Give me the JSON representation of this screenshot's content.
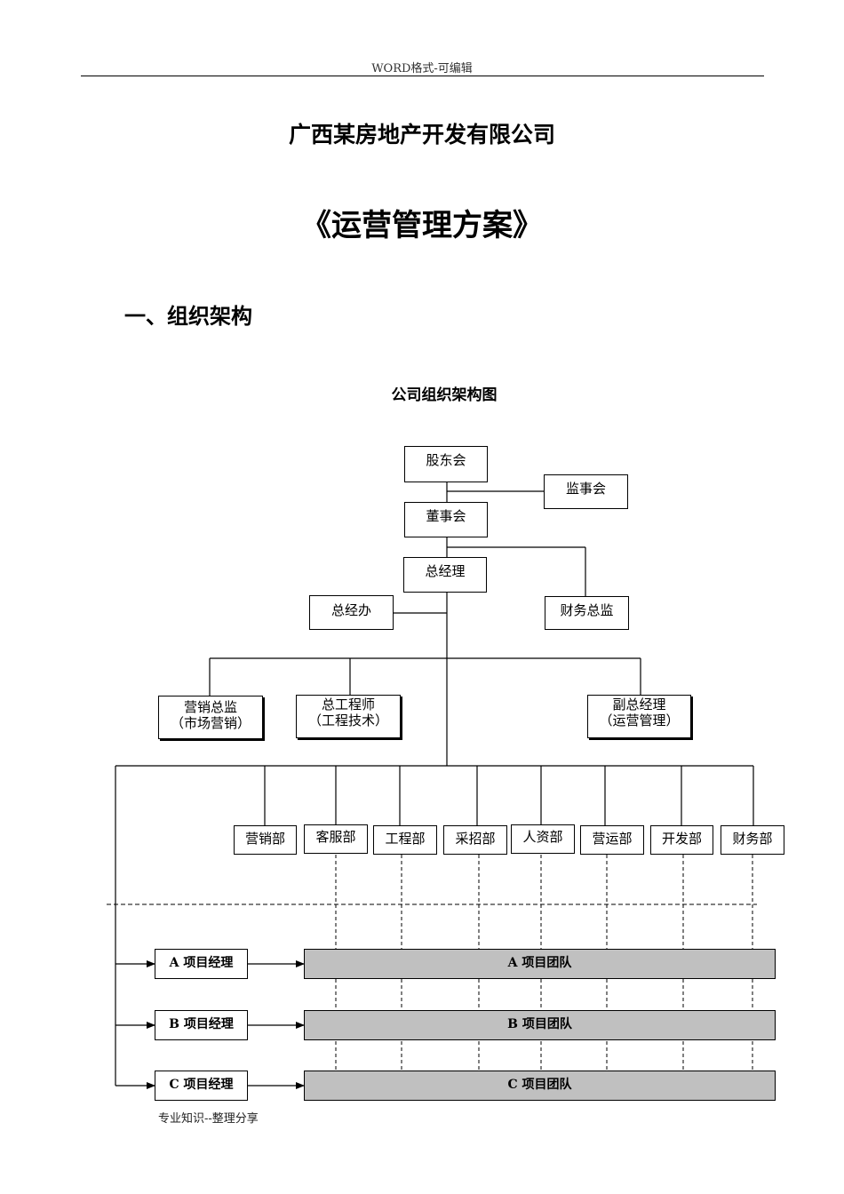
{
  "header": {
    "text": "WORD格式-可编辑"
  },
  "company_name": "广西某房地产开发有限公司",
  "document_title": "《运营管理方案》",
  "section_heading": "一、组织架构",
  "chart": {
    "title": "公司组织架构图",
    "nodes": {
      "shareholders": "股东会",
      "supervisors": "监事会",
      "board": "董事会",
      "gm": "总经理",
      "gm_office": "总经办",
      "finance_director": "财务总监",
      "marketing_director": {
        "line1": "营销总监",
        "line2": "（市场营销）"
      },
      "chief_engineer": {
        "line1": "总工程师",
        "line2": "（工程技术）"
      },
      "deputy_gm": {
        "line1": "副总经理",
        "line2": "（运营管理）"
      }
    },
    "departments": [
      "营销部",
      "客服部",
      "工程部",
      "采招部",
      "人资部",
      "营运部",
      "开发部",
      "财务部"
    ],
    "project_managers": [
      "A 项目经理",
      "B 项目经理",
      "C 项目经理"
    ],
    "project_teams": [
      "A 项目团队",
      "B 项目团队",
      "C 项目团队"
    ]
  },
  "footer": {
    "text": "专业知识--整理分享"
  }
}
